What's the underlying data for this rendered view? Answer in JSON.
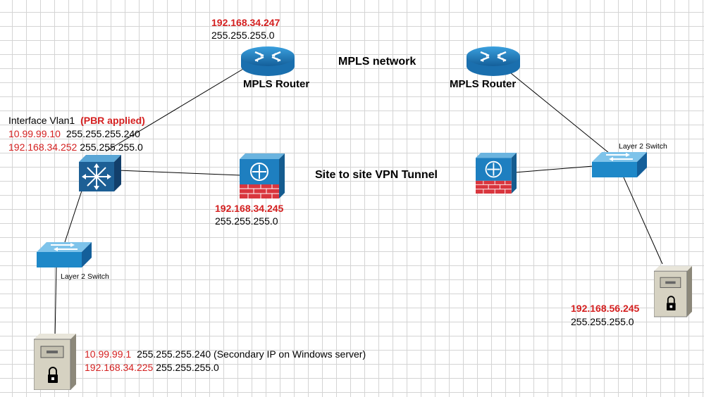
{
  "router_left": {
    "ip": "192.168.34.247",
    "mask": "255.255.255.0",
    "name": "MPLS Router"
  },
  "mpls_label": "MPLS network",
  "router_right": {
    "name": "MPLS Router"
  },
  "vlan": {
    "title": "Interface Vlan1",
    "pbr": "(PBR applied)",
    "ip1": "10.99.99.10",
    "mask1": "255.255.255.240",
    "ip2": "192.168.34.252",
    "mask2": "255.255.255.0"
  },
  "firewall_left": {
    "ip": "192.168.34.245",
    "mask": "255.255.255.0"
  },
  "vpn_label": "Site to site VPN Tunnel",
  "switch_right": {
    "label": "Layer 2 Switch"
  },
  "switch_left": {
    "label": "Layer 2 Switch"
  },
  "server_right": {
    "ip": "192.168.56.245",
    "mask": "255.255.255.0"
  },
  "server_left": {
    "ip1": "10.99.99.1",
    "mask1": "255.255.255.240 (Secondary IP on Windows server)",
    "ip2": "192.168.34.225",
    "mask2": "255.255.255.0"
  },
  "colors": {
    "ip_red": "#d42020",
    "device_blue": "#1e88c8",
    "firewall_red": "#d9363e",
    "server_beige": "#d6d2c2"
  }
}
